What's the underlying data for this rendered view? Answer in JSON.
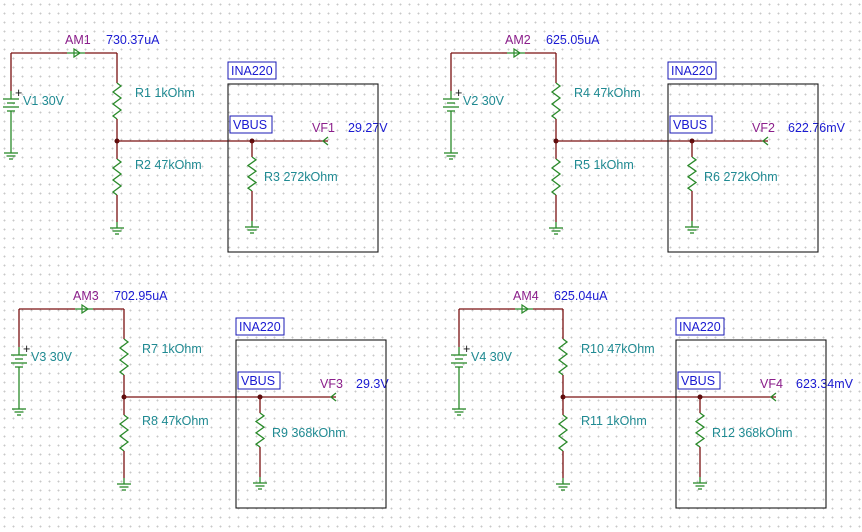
{
  "circuits": [
    {
      "ammeter": {
        "name": "AM1",
        "reading": "730.37uA"
      },
      "source": {
        "name": "V1 30V"
      },
      "r_top": "R1 1kOhm",
      "r_bottom": "R2 47kOhm",
      "r_load": "R3 272kOhm",
      "ic": "INA220",
      "pin": "VBUS",
      "voltmeter": {
        "name": "VF1",
        "reading": "29.27V"
      }
    },
    {
      "ammeter": {
        "name": "AM2",
        "reading": "625.05uA"
      },
      "source": {
        "name": "V2 30V"
      },
      "r_top": "R4 47kOhm",
      "r_bottom": "R5 1kOhm",
      "r_load": "R6 272kOhm",
      "ic": "INA220",
      "pin": "VBUS",
      "voltmeter": {
        "name": "VF2",
        "reading": "622.76mV"
      }
    },
    {
      "ammeter": {
        "name": "AM3",
        "reading": "702.95uA"
      },
      "source": {
        "name": "V3 30V"
      },
      "r_top": "R7 1kOhm",
      "r_bottom": "R8 47kOhm",
      "r_load": "R9 368kOhm",
      "ic": "INA220",
      "pin": "VBUS",
      "voltmeter": {
        "name": "VF3",
        "reading": "29.3V"
      }
    },
    {
      "ammeter": {
        "name": "AM4",
        "reading": "625.04uA"
      },
      "source": {
        "name": "V4 30V"
      },
      "r_top": "R10 47kOhm",
      "r_bottom": "R11 1kOhm",
      "r_load": "R12 368kOhm",
      "ic": "INA220",
      "pin": "VBUS",
      "voltmeter": {
        "name": "VF4",
        "reading": "623.34mV"
      }
    }
  ],
  "colors": {
    "wire": "#7a1010",
    "ground": "#2a8a2a",
    "component_label": "#1f8a92",
    "instrument_name": "#8b1e8b",
    "reading": "#1a1ad2",
    "ic_tag": "#1a1ab4"
  }
}
